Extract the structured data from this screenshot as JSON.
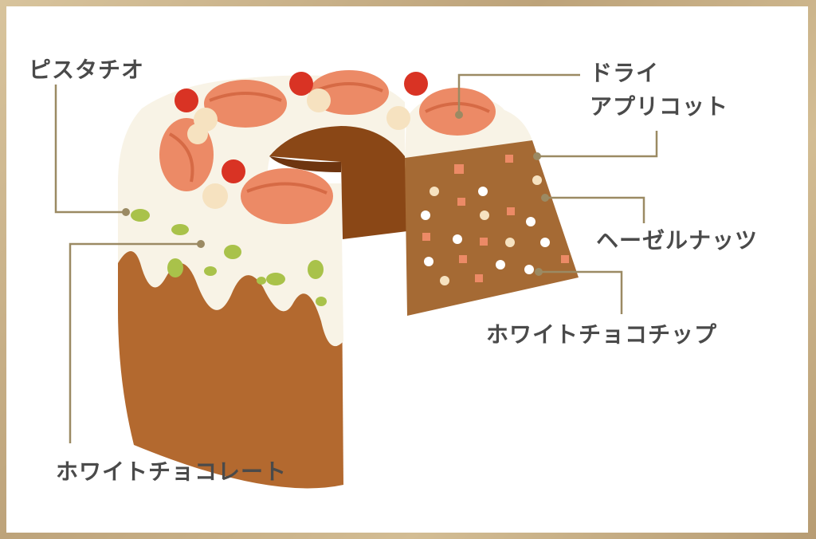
{
  "labels": {
    "pistachio": "ピスタチオ",
    "dried_apricot_line1": "ドライ",
    "dried_apricot_line2": "アプリコット",
    "hazelnuts": "ヘーゼルナッツ",
    "white_choco_chips": "ホワイトチョコチップ",
    "white_chocolate": "ホワイトチョコレート"
  },
  "colors": {
    "sponge": "#b3692f",
    "cream": "#f8f3e6",
    "hole": "#8a4716",
    "apricot": "#ec8a66",
    "cherry": "#d93324",
    "hazelnut": "#f6e2c0",
    "pistachio": "#a9c24a",
    "leader": "#9b8a63"
  }
}
